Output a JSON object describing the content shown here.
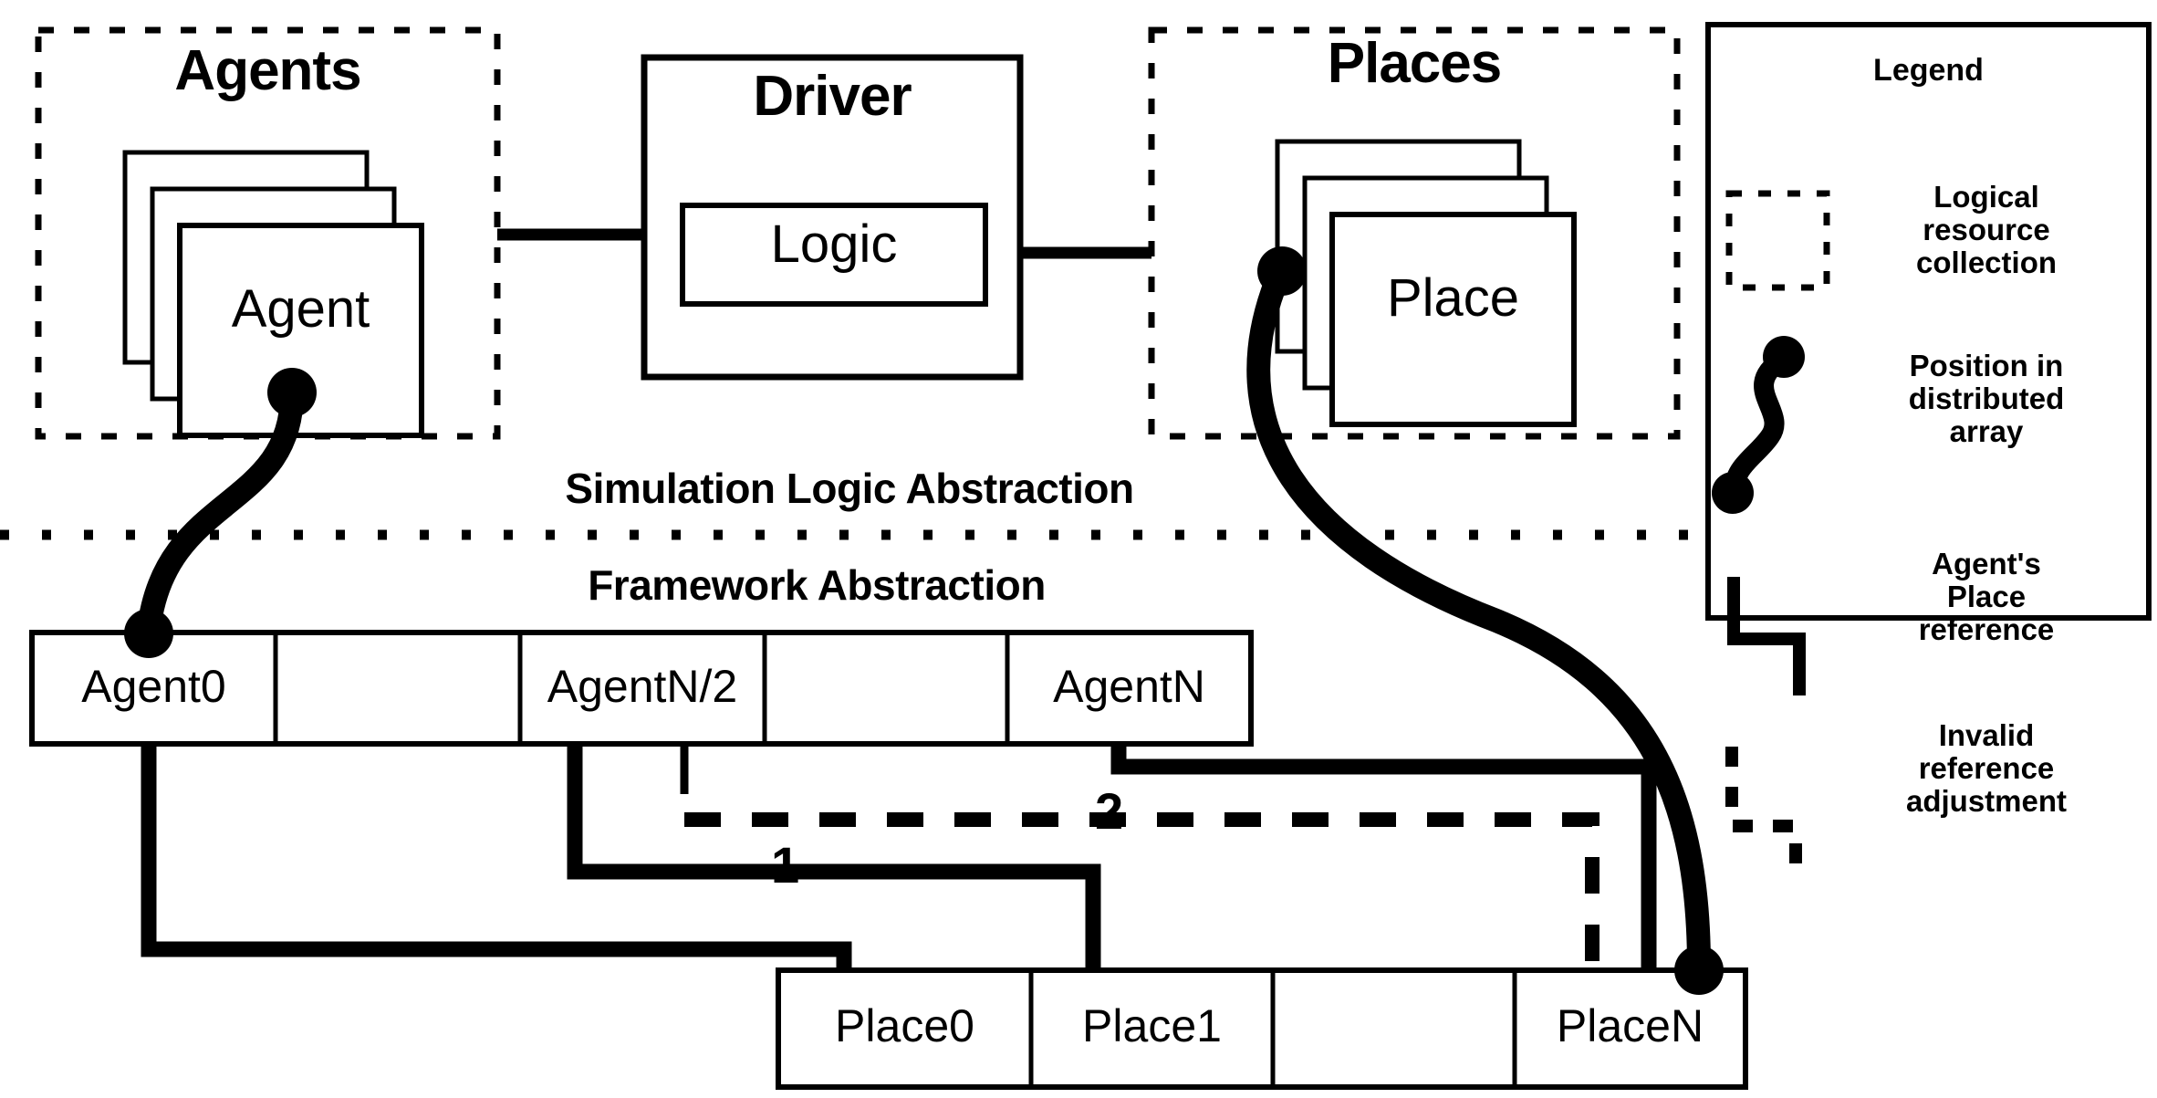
{
  "groups": {
    "agents": {
      "title": "Agents",
      "item_label": "Agent"
    },
    "places": {
      "title": "Places",
      "item_label": "Place"
    }
  },
  "driver": {
    "title": "Driver",
    "inner_label": "Logic"
  },
  "abstractions": {
    "upper": "Simulation Logic Abstraction",
    "lower": "Framework Abstraction"
  },
  "agent_array": {
    "cells": [
      {
        "label": "Agent0"
      },
      {
        "label": ""
      },
      {
        "label": "AgentN/2"
      },
      {
        "label": ""
      },
      {
        "label": "AgentN"
      }
    ]
  },
  "place_array": {
    "cells": [
      {
        "label": "Place0"
      },
      {
        "label": "Place1"
      },
      {
        "label": ""
      },
      {
        "label": "PlaceN"
      }
    ]
  },
  "reference_markers": {
    "one": "1",
    "two": "2"
  },
  "legend": {
    "title": "Legend",
    "entries": [
      {
        "icon": "dashed-rectangle-icon",
        "label": "Logical\nresource\ncollection"
      },
      {
        "icon": "s-curve-with-dots-icon",
        "label": "Position in\ndistributed\narray"
      },
      {
        "icon": "elbow-line-icon",
        "label": "Agent's\nPlace\nreference"
      },
      {
        "icon": "dashed-elbow-icon",
        "label": "Invalid\nreference\nadjustment"
      }
    ]
  },
  "colors": {
    "stroke": "#000000",
    "background": "#ffffff"
  }
}
